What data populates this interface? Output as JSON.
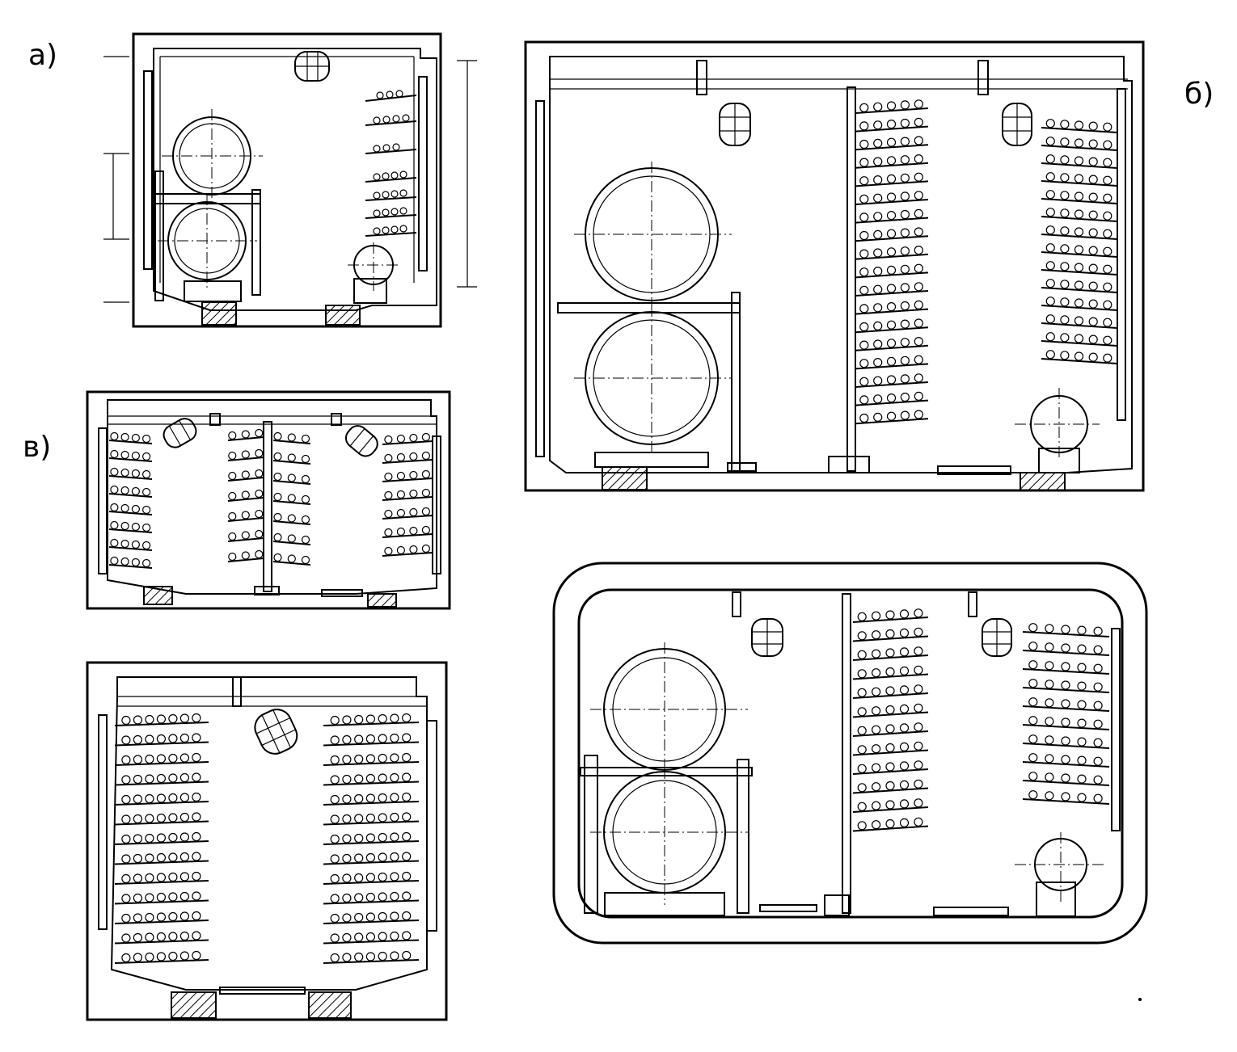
{
  "labels": {
    "a": "а)",
    "b": "б)",
    "v": "в)"
  },
  "colors": {
    "ink": "#000000",
    "paper": "#ffffff"
  },
  "icons": {
    "pipe": "pipe-icon",
    "lamp": "lamp-icon",
    "cable": "cable-icon",
    "support": "support-block-icon"
  }
}
